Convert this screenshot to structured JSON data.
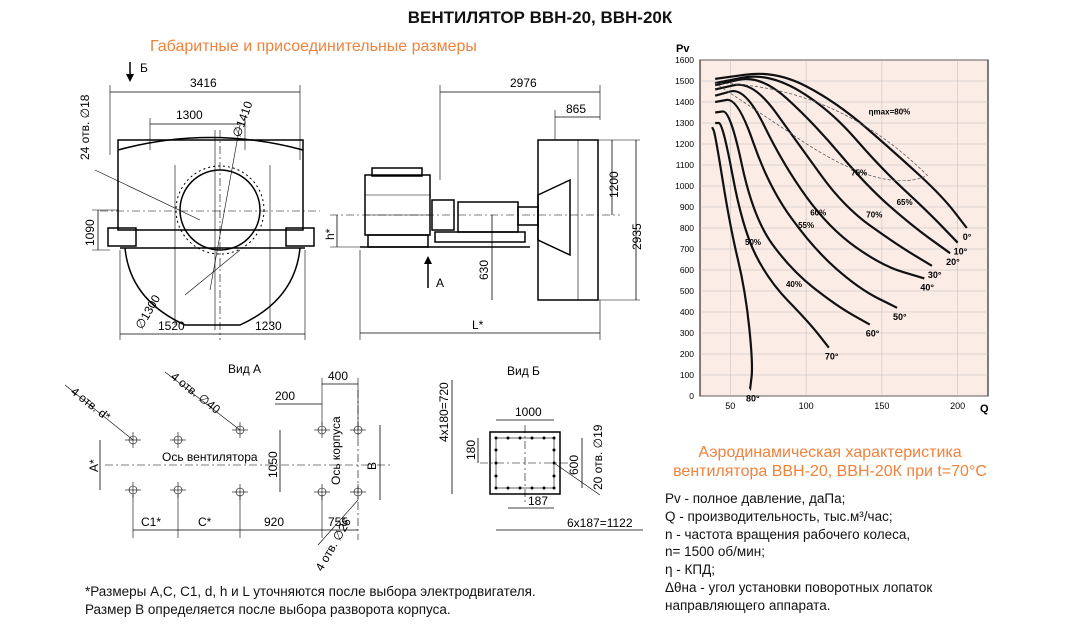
{
  "title": "ВЕНТИЛЯТОР  ВВН-20, ВВН-20К",
  "dimensions_title": "Габаритные и присоединительные размеры",
  "side_view": {
    "b_arrow": "Б",
    "width_total": "3416",
    "inlet_width": "1300",
    "holes": "24 отв. ∅18",
    "diam_outer": "∅1410",
    "diam_inner": "∅1300",
    "height_left": "1090",
    "left_part": "1520",
    "right_part": "1230"
  },
  "front_view": {
    "length_top": "2976",
    "offset_865": "865",
    "height_1200": "1200",
    "height_2935": "2935",
    "h_label": "h*",
    "height_630": "630",
    "a_arrow": "А",
    "l_label": "L*"
  },
  "view_a": {
    "title": "Вид А",
    "holes_d": "4 отв. d*",
    "holes_40": "4 отв. ∅40",
    "holes_26": "4 отв. ∅26",
    "dim_400": "400",
    "dim_200": "200",
    "axis_fan": "Ось вентилятора",
    "axis_body": "Ось корпуса",
    "dim_1050": "1050",
    "dim_b": "В",
    "dim_a": "А*",
    "dim_c1": "С1*",
    "dim_c": "С*",
    "dim_920": "920",
    "dim_755": "755"
  },
  "view_b": {
    "title": "Вид Б",
    "left_dim": "4х180=720",
    "dim_1000": "1000",
    "dim_180": "180",
    "dim_600": "600",
    "holes": "20 отв. ∅19",
    "dim_187": "187",
    "bottom_dim": "6х187=1122"
  },
  "chart_data": {
    "type": "line",
    "ylabel": "Pv",
    "xlabel": "Q",
    "xlim": [
      30,
      220
    ],
    "ylim": [
      0,
      1600
    ],
    "x_ticks": [
      50,
      100,
      150,
      200
    ],
    "y_ticks": [
      0,
      100,
      200,
      300,
      400,
      500,
      600,
      700,
      800,
      900,
      1000,
      1100,
      1200,
      1300,
      1400,
      1500,
      1600
    ],
    "series": [
      {
        "name": "0°",
        "values": [
          [
            40,
            1510
          ],
          [
            80,
            1550
          ],
          [
            120,
            1400
          ],
          [
            160,
            1150
          ],
          [
            190,
            950
          ],
          [
            206,
            800
          ]
        ]
      },
      {
        "name": "10°",
        "values": [
          [
            40,
            1490
          ],
          [
            75,
            1540
          ],
          [
            115,
            1370
          ],
          [
            150,
            1080
          ],
          [
            180,
            880
          ],
          [
            200,
            730
          ]
        ]
      },
      {
        "name": "20°",
        "values": [
          [
            40,
            1480
          ],
          [
            70,
            1530
          ],
          [
            105,
            1300
          ],
          [
            140,
            1000
          ],
          [
            170,
            810
          ],
          [
            195,
            680
          ]
        ]
      },
      {
        "name": "30°",
        "values": [
          [
            40,
            1460
          ],
          [
            65,
            1500
          ],
          [
            95,
            1200
          ],
          [
            125,
            900
          ],
          [
            160,
            720
          ],
          [
            183,
            620
          ]
        ]
      },
      {
        "name": "40°",
        "values": [
          [
            40,
            1430
          ],
          [
            60,
            1470
          ],
          [
            85,
            1100
          ],
          [
            115,
            800
          ],
          [
            150,
            620
          ],
          [
            178,
            560
          ]
        ]
      },
      {
        "name": "50°",
        "values": [
          [
            40,
            1400
          ],
          [
            55,
            1420
          ],
          [
            75,
            1000
          ],
          [
            105,
            700
          ],
          [
            135,
            510
          ],
          [
            160,
            420
          ]
        ]
      },
      {
        "name": "60°",
        "values": [
          [
            40,
            1350
          ],
          [
            50,
            1360
          ],
          [
            65,
            850
          ],
          [
            90,
            600
          ],
          [
            120,
            430
          ],
          [
            142,
            340
          ]
        ]
      },
      {
        "name": "70°",
        "values": [
          [
            40,
            1300
          ],
          [
            45,
            1300
          ],
          [
            58,
            800
          ],
          [
            75,
            550
          ],
          [
            102,
            350
          ],
          [
            115,
            230
          ]
        ]
      },
      {
        "name": "80°",
        "values": [
          [
            38,
            1280
          ],
          [
            40,
            1250
          ],
          [
            50,
            800
          ],
          [
            60,
            500
          ],
          [
            65,
            150
          ],
          [
            63,
            30
          ]
        ]
      }
    ],
    "efficiency_labels": [
      "40%",
      "50%",
      "55%",
      "60%",
      "65%",
      "70%",
      "75%",
      "ηmax=80%"
    ]
  },
  "aero_title": "Аэродинамическая характеристика вентилятора ВВН-20, ВВН-20К при t=70°С",
  "legend": [
    "Pv - полное давление, даПа;",
    "Q - производительность, тыс.м³/час;",
    "n - частота вращения рабочего колеса,",
    "n= 1500 об/мин;",
    "η - КПД;",
    "Δθна - угол установки поворотных лопаток",
    "направляющего аппарата."
  ],
  "footnote": [
    "*Размеры  А,С, С1, d, h и L уточняются после выбора электродвигателя.",
    "Размер В определяется после выбора разворота корпуса."
  ]
}
